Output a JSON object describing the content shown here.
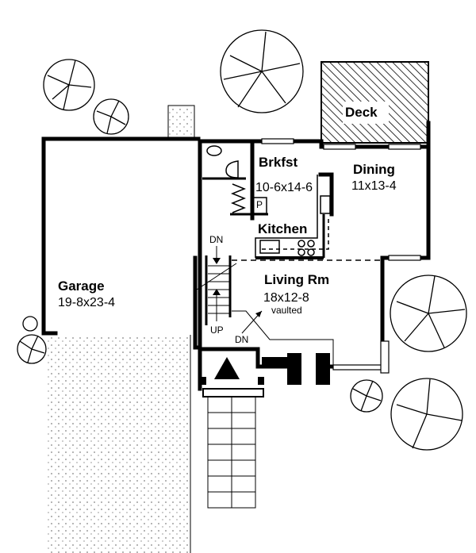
{
  "rooms": {
    "deck": {
      "name": "Deck"
    },
    "brkfst": {
      "name": "Brkfst",
      "size": "10-6x14-6"
    },
    "dining": {
      "name": "Dining",
      "size": "11x13-4"
    },
    "kitchen": {
      "name": "Kitchen"
    },
    "living": {
      "name": "Living Rm",
      "size": "18x12-8",
      "note": "vaulted"
    },
    "garage": {
      "name": "Garage",
      "size": "19-8x23-4"
    },
    "pantry": {
      "name": "P"
    }
  },
  "stairs": {
    "down_label": "DN",
    "up_label": "UP",
    "down2_label": "DN"
  },
  "colors": {
    "ink": "#000000",
    "paper": "#ffffff"
  }
}
